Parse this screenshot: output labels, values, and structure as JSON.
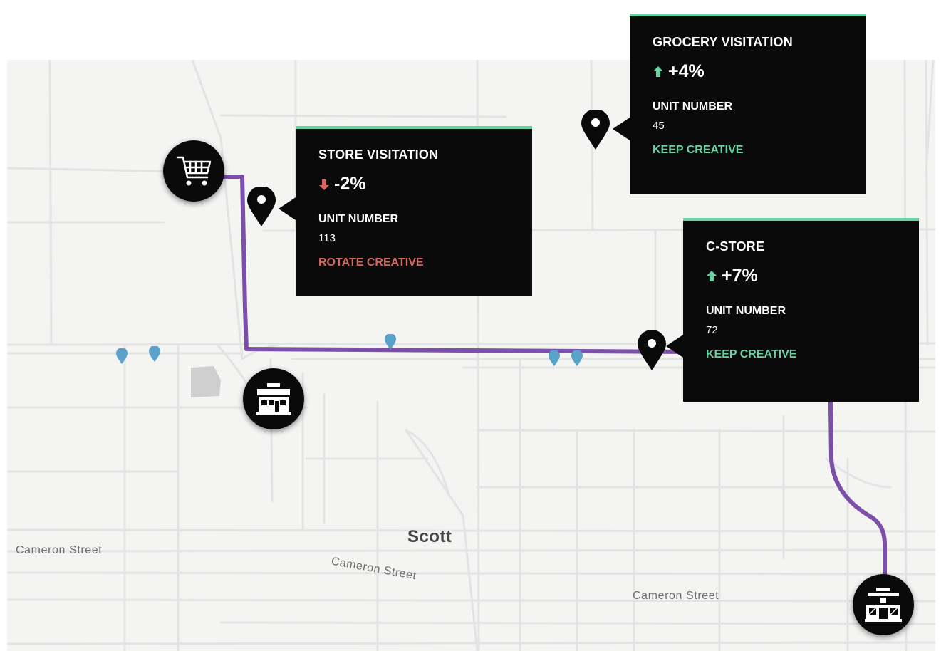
{
  "map": {
    "city_label": "Scott",
    "street_labels": [
      "Cameron Street",
      "Cameron Street",
      "Cameron Street"
    ],
    "route_color": "#7c4fa8",
    "background_color": "#f4f4f3"
  },
  "poi_icons": [
    {
      "name": "grocery",
      "icon": "shopping-cart-icon"
    },
    {
      "name": "store",
      "icon": "storefront-icon"
    },
    {
      "name": "c-store",
      "icon": "convenience-store-icon"
    }
  ],
  "cards": [
    {
      "id": "store",
      "title": "STORE VISITATION",
      "change": "-2%",
      "direction": "down",
      "unit_label": "UNIT NUMBER",
      "unit_value": "113",
      "action": "ROTATE CREATIVE",
      "action_color": "#d8655e"
    },
    {
      "id": "grocery",
      "title": "GROCERY VISITATION",
      "change": "+4%",
      "direction": "up",
      "unit_label": "UNIT NUMBER",
      "unit_value": "45",
      "action": "KEEP CREATIVE",
      "action_color": "#67d3a4"
    },
    {
      "id": "cstore",
      "title": "C-STORE",
      "change": "+7%",
      "direction": "up",
      "unit_label": "UNIT NUMBER",
      "unit_value": "72",
      "action": "KEEP CREATIVE",
      "action_color": "#67d3a4"
    }
  ],
  "colors": {
    "accent": "#67d3a4",
    "negative": "#d8655e",
    "card_bg": "#0a0a0a",
    "blue_marker": "#5aa2c9"
  }
}
